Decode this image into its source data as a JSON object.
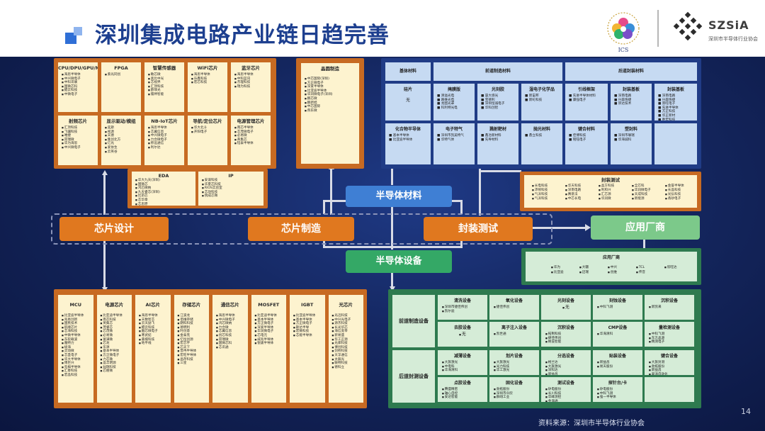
{
  "title": "深圳集成电路产业链日趋完善",
  "logos": {
    "ics_text": "ICS",
    "szsia_name": "SZSiA",
    "szsia_sub": "深圳市半导体行业协会"
  },
  "process": {
    "design": "芯片设计",
    "manufacturing": "芯片制造",
    "packaging": "封装测试",
    "application": "应用厂商",
    "materials": "半导体材料",
    "equipment": "半导体设备"
  },
  "design_top": {
    "cells": [
      {
        "title": "CPU/DPU/GPU/MPU/DSP",
        "items": [
          "海思半导体",
          "中兴微电子",
          "中科讯联",
          "国微芯科",
          "鲲云科技",
          "中微电子"
        ]
      },
      {
        "title": "FPGA",
        "items": [
          "紫光同创"
        ]
      },
      {
        "title": "智慧传感器",
        "items": [
          "敏芯微",
          "奥比中光",
          "芯视界",
          "汇顶科技",
          "欧菲光",
          "镭神智能"
        ]
      },
      {
        "title": "WiFi芯片",
        "items": [
          "海思半导体",
          "乐鑫科技",
          "宏芯科技"
        ]
      },
      {
        "title": "蓝牙芯片",
        "items": [
          "海思半导体",
          "中科蓝讯",
          "杰理科技",
          "瑞为科技"
        ]
      },
      {
        "title": "射频芯片",
        "items": [
          "汇顶科技",
          "飞骧科技",
          "唯捷",
          "昂瑞微",
          "华为海思",
          "中兴微电子"
        ]
      },
      {
        "title": "显示驱动/模组",
        "items": [
          "奕斯",
          "视源",
          "天德",
          "集创北方",
          "亿光",
          "爱协生",
          "云英谷"
        ]
      },
      {
        "title": "NB-IoT芯片",
        "items": [
          "海思半导体",
          "芯翼信息",
          "中兴微电子",
          "力合微电子",
          "移远通信",
          "利尔达"
        ]
      },
      {
        "title": "导航/定位芯片",
        "items": [
          "华大北斗",
          "开阳电子"
        ]
      },
      {
        "title": "电源管理芯片",
        "items": [
          "南芯半导体",
          "芯茂微电子",
          "必易微",
          "英集芯",
          "钰泰半导体"
        ]
      }
    ]
  },
  "eda_ip": {
    "eda_title": "EDA",
    "eda_items": [
      "华大九天(深圳)",
      "国微芯",
      "鸿芯微纳",
      "九天睿芯(深圳)",
      "比昂芯",
      "芯华章",
      "芯思原"
    ],
    "ip_title": "IP",
    "ip_items": [
      "安谋科技",
      "华夏芯科技",
      "RIOS实验室",
      "芯动科技",
      "锐成芯微"
    ]
  },
  "manufacturing": {
    "title": "晶圆制造",
    "items": [
      "中芯国际(深圳)",
      "方正微电子",
      "深爱半导体",
      "比亚迪半导体",
      "华润微电子(深圳)",
      "鹏芯微",
      "鹏新旭",
      "中芯国际",
      "燕东微"
    ]
  },
  "materials": {
    "header_left": "基体材料",
    "header_mid": "前道制造材料",
    "header_right": "后道封装材料",
    "cells": [
      {
        "title": "硅片",
        "items": [
          "无"
        ]
      },
      {
        "title": "掩膜版",
        "items": [
          "清溢光电",
          "路维光电",
          "龙图光罩",
          "科利特光电"
        ]
      },
      {
        "title": "光刻胶",
        "items": [
          "容大感光",
          "宝德利",
          "深圳恒诚电子",
          "华科创智"
        ]
      },
      {
        "title": "湿电子化学品",
        "items": [
          "新宙邦",
          "新纶科技"
        ]
      },
      {
        "title": "引线框架",
        "items": [
          "先进半导体材料",
          "康强电子"
        ]
      },
      {
        "title": "封装基板",
        "items": [
          "深南电路",
          "兴森快捷",
          "崇达技术"
        ]
      },
      {
        "title": "封装基板",
        "items": [
          "深南电路",
          "兴森快捷",
          "景旺电子",
          "先进半导体",
          "方正科技",
          "华正新材",
          "胜宏科技"
        ]
      },
      {
        "title": "化合物半导体",
        "items": [
          "基本半导体",
          "比亚迪半导体"
        ]
      },
      {
        "title": "电子特气",
        "items": [
          "深圳市凯美特气",
          "华特气体"
        ]
      },
      {
        "title": "溅射靶材",
        "items": [
          "鑫冶新材料",
          "先导材料"
        ]
      },
      {
        "title": "抛光材料",
        "items": [
          "鼎立科技"
        ]
      },
      {
        "title": "键合材料",
        "items": [
          "佳博科技",
          "铭钰电子"
        ]
      },
      {
        "title": "塑封料",
        "items": [
          "深圳市联瑞",
          "华海诚科"
        ]
      }
    ]
  },
  "packaging": {
    "title": "封装测试",
    "items": [
      "长电科技",
      "沛顿科技",
      "气派科技",
      "气派科技",
      "华天科技",
      "深南电路",
      "赛意法",
      "中芯长电",
      "晶方科技",
      "利和兴",
      "汇芯源",
      "华润微",
      "全芯科",
      "华润微电子",
      "天成科技",
      "新能源",
      "金誉半导体",
      "长晶科技",
      "光弘科技",
      "甬矽电子"
    ]
  },
  "application": {
    "title": "应用厂商",
    "items": [
      "华为",
      "比亚迪",
      "大疆",
      "迈瑞",
      "中兴",
      "创维",
      "TCL",
      "传音",
      "欣旺达"
    ]
  },
  "design_bottom": {
    "cells": [
      {
        "title": "MCU",
        "items": [
          "比亚迪半导体",
          "兆易创新",
          "国民技术",
          "航顺芯片",
          "芯海科技",
          "中微半导体",
          "东软载波",
          "雅特力",
          "极海",
          "灵动微",
          "芯圣电子",
          "华大半导体",
          "博巨兴",
          "先楫半导体",
          "汇春科技",
          "宏晶科技"
        ]
      },
      {
        "title": "电源芯片",
        "items": [
          "比亚迪半导体",
          "南芯科技",
          "英集芯",
          "茂睿芯",
          "芯茂微",
          "必易微",
          "富满微",
          "芯龙",
          "华源",
          "基本半导体",
          "方正微电子",
          "力芯微",
          "晶丰明源",
          "灿瑞科技",
          "芯朋微"
        ]
      },
      {
        "title": "AI芯片",
        "items": [
          "海思半导体",
          "天数智芯",
          "云天励飞",
          "鲲云科技",
          "酷芯微电子",
          "寒武纪",
          "嘉楠科技",
          "地平线"
        ]
      },
      {
        "title": "存储芯片",
        "items": [
          "江波龙",
          "佰维存储",
          "朗科科技",
          "德明利",
          "时创意",
          "金泰克",
          "忆恒创源",
          "宏芯宇",
          "芯天下",
          "普冉半导体",
          "宏旺半导体",
          "晶存科技",
          "三星"
        ]
      },
      {
        "title": "通信芯片",
        "items": [
          "海思半导体",
          "中兴微电子",
          "鸿芯微纳",
          "力合微",
          "芯翼信息",
          "创芯科技",
          "昂瑞微",
          "国微芯科",
          "芯讯通"
        ]
      },
      {
        "title": "MOSFET",
        "items": [
          "比亚迪半导体",
          "基本半导体",
          "方正微电子",
          "深爱半导体",
          "华润微电子",
          "芯电元",
          "威兆半导体",
          "锐骏半导体"
        ]
      },
      {
        "title": "IGBT",
        "items": [
          "比亚迪半导体",
          "基本半导体",
          "方正微电子",
          "斯达半导",
          "宏微科技",
          "芯能半导体"
        ]
      },
      {
        "title": "光芯片",
        "items": [
          "光迅科技",
          "中兴光电子",
          "源杰科技",
          "长光华芯",
          "海信宽带",
          "新易盛",
          "华工正源",
          "光库科技",
          "博创科技",
          "剑桥科技",
          "天孚通信",
          "太辰光",
          "联特科技",
          "德科立"
        ]
      }
    ]
  },
  "equipment": {
    "front_label": "前道制造设备",
    "back_label": "后道封测设备",
    "front_cells": [
      {
        "title": "清洗设备",
        "items": [
          "深圳市捷佳伟创",
          "凯尔迪"
        ]
      },
      {
        "title": "氧化设备",
        "items": [
          "捷佳伟创"
        ]
      },
      {
        "title": "光刻设备",
        "items": [
          "无"
        ]
      },
      {
        "title": "刻蚀设备",
        "items": [
          "中科飞测"
        ]
      },
      {
        "title": "沉积设备",
        "items": [
          "新凯来"
        ]
      },
      {
        "title": "去胶设备",
        "items": [
          "无"
        ]
      },
      {
        "title": "离子注入设备",
        "items": [
          "凯世通"
        ]
      },
      {
        "title": "沉积设备",
        "items": [
          "拓荆科技",
          "捷佳伟创",
          "纳设智能"
        ]
      },
      {
        "title": "CMP设备",
        "items": [
          "华海清科"
        ]
      },
      {
        "title": "量检测设备",
        "items": [
          "中科飞测",
          "东方晶源",
          "精测电子"
        ]
      }
    ],
    "back_cells": [
      {
        "title": "减薄设备",
        "items": [
          "大族激光",
          "中电科",
          "华海清科"
        ]
      },
      {
        "title": "划片设备",
        "items": [
          "大族激光",
          "光力科技",
          "华工激光"
        ]
      },
      {
        "title": "分选设备",
        "items": [
          "格兰达",
          "大族激光",
          "深科达",
          "新益昌"
        ]
      },
      {
        "title": "贴装设备",
        "items": [
          "新益昌",
          "易天股份"
        ]
      },
      {
        "title": "键合设备",
        "items": [
          "大族封测",
          "劲拓股份",
          "新益昌",
          "翠涛自动化"
        ]
      },
      {
        "title": "点胶设备",
        "items": [
          "腾盛精密",
          "轴心自控",
          "安达智能"
        ]
      },
      {
        "title": "固化设备",
        "items": [
          "劲拓股份",
          "深圳市众欣",
          "群翊工业"
        ]
      },
      {
        "title": "测试设备",
        "items": [
          "矽电股份",
          "长川科技",
          "华峰测控",
          "金海通"
        ]
      },
      {
        "title": "探针台/卡",
        "items": [
          "矽电股份",
          "中科飞测",
          "强一半导体"
        ]
      }
    ]
  },
  "source": "资料来源：深圳市半导体行业协会",
  "page_number": "14"
}
